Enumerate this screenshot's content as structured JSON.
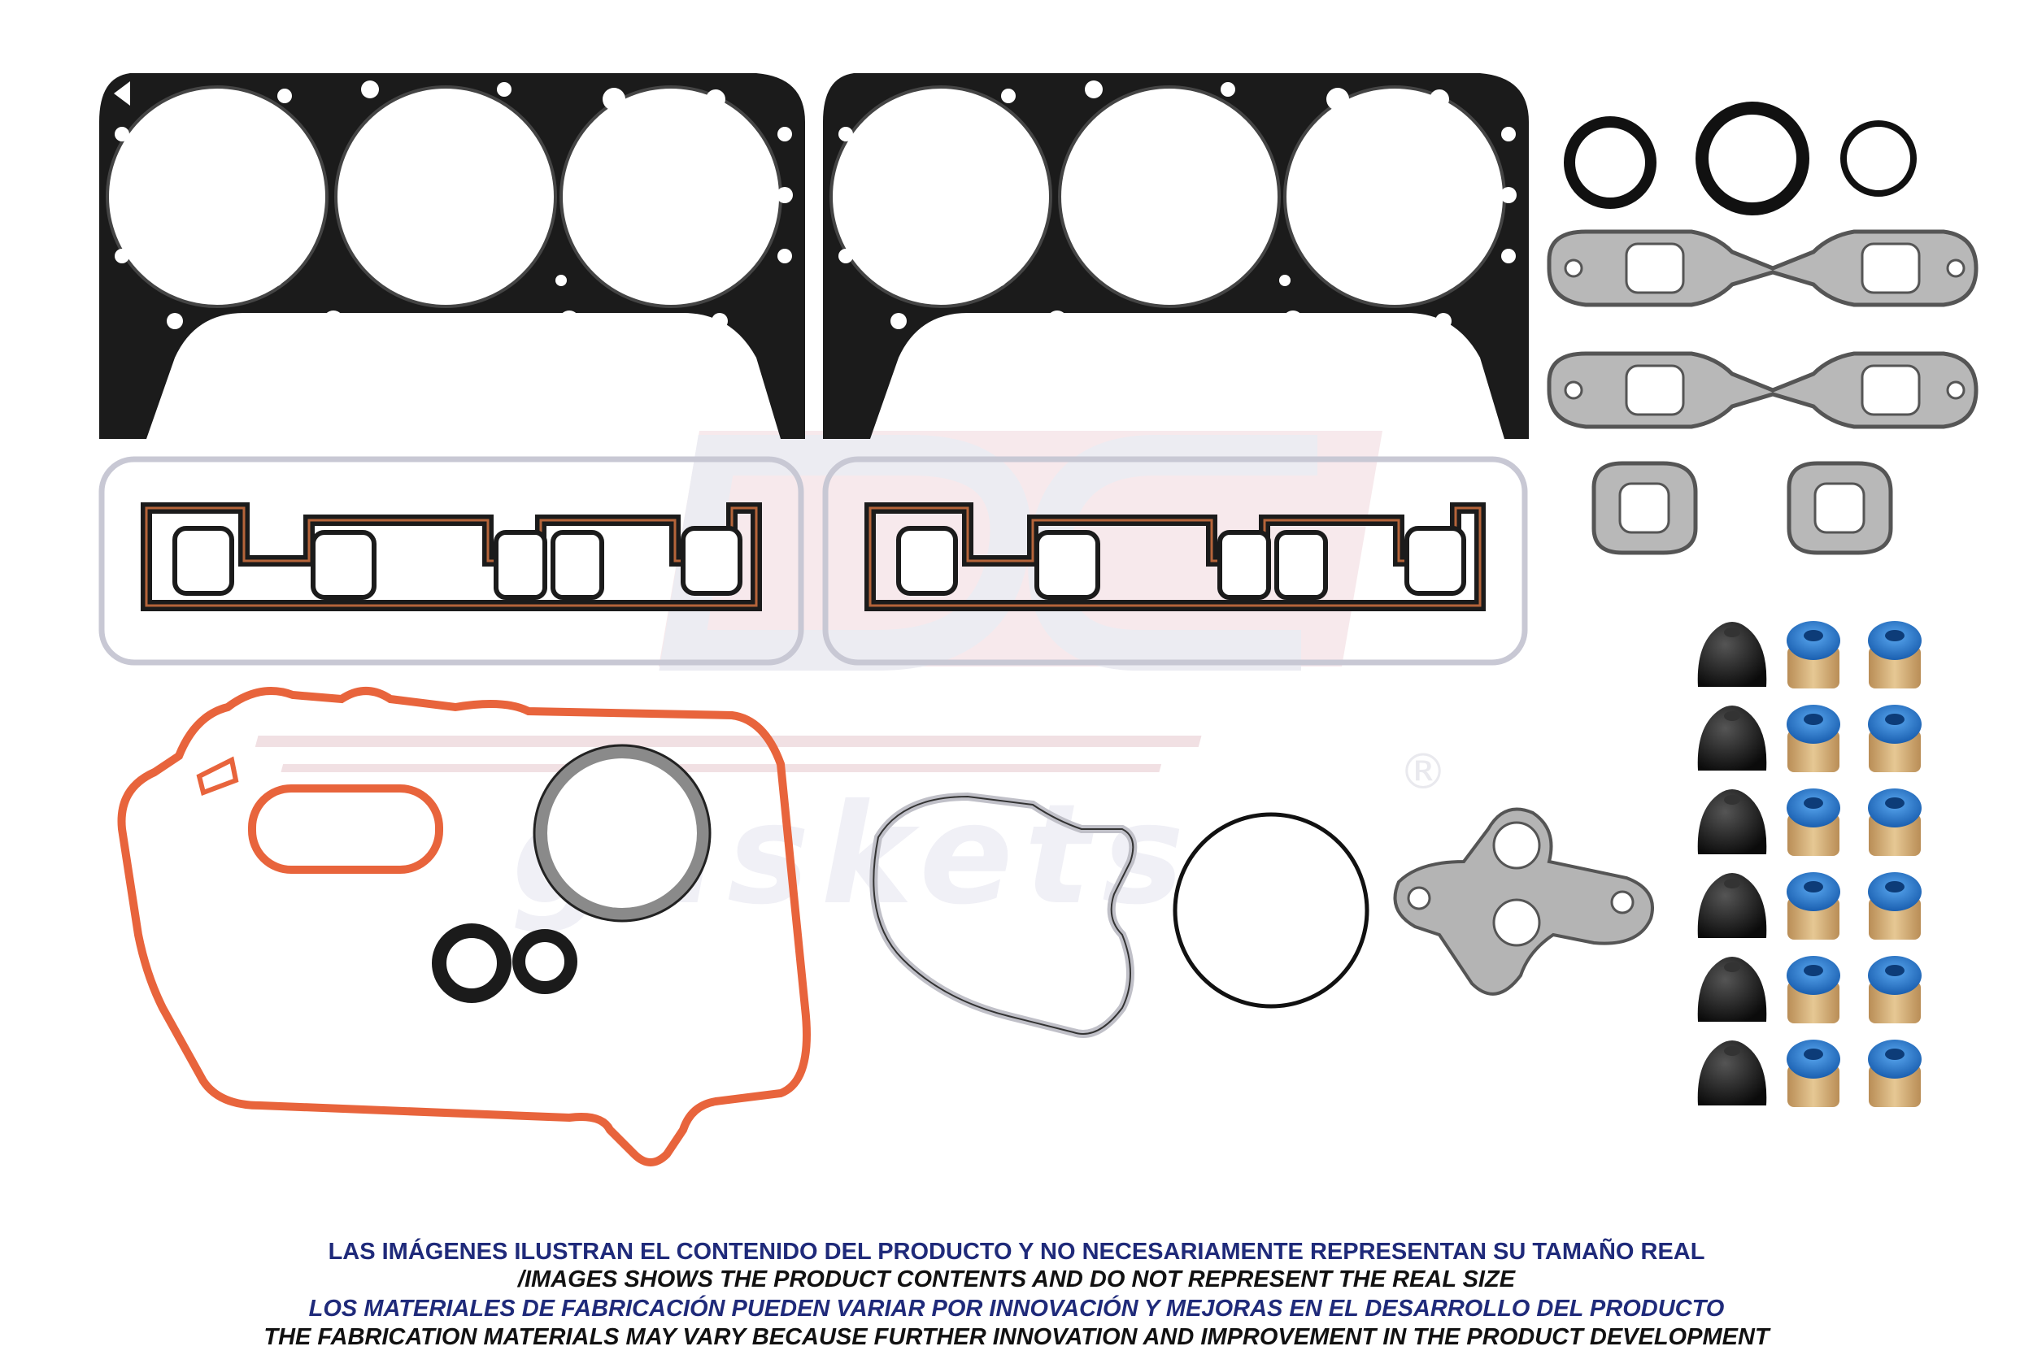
{
  "watermark": {
    "logo_text": "DC",
    "wordmark": "gaskets",
    "registered_mark": "®"
  },
  "disclaimer": {
    "line1": "LAS IMÁGENES ILUSTRAN EL CONTENIDO DEL PRODUCTO Y NO NECESARIAMENTE REPRESENTAN SU TAMAÑO REAL",
    "line2": "/IMAGES SHOWS THE PRODUCT CONTENTS AND DO NOT REPRESENT THE REAL SIZE",
    "line3": "LOS MATERIALES DE FABRICACIÓN PUEDEN VARIAR POR INNOVACIÓN Y MEJORAS EN EL DESARROLLO DEL PRODUCTO",
    "line4": "THE FABRICATION MATERIALS MAY VARY BECAUSE FURTHER INNOVATION AND IMPROVEMENT IN THE PRODUCT DEVELOPMENT"
  },
  "colors": {
    "navy": "#1f2a7a",
    "black": "#111111",
    "gasket_black": "#1b1b1b",
    "orange_seal": "#e8643c",
    "copper": "#b5643a",
    "graphite": "#8a8a8a",
    "seal_blue": "#2a7ad0",
    "seal_tan": "#d8b582",
    "watermark": "#e8e8ee"
  }
}
